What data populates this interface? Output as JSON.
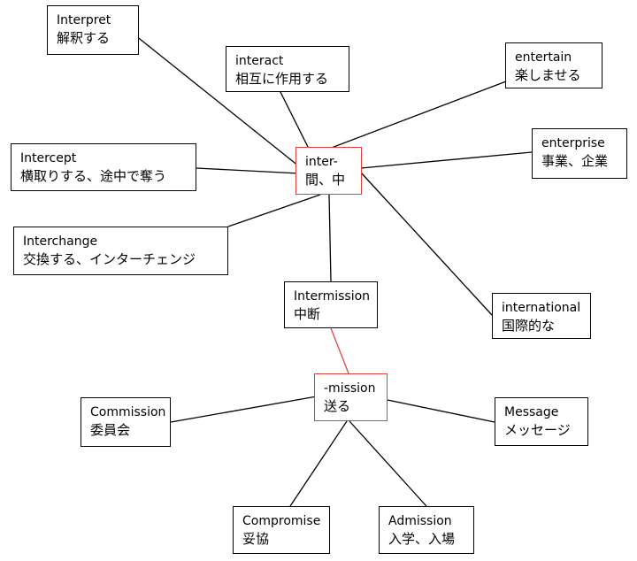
{
  "nodes": [
    {
      "id": "interpret",
      "en": "Interpret",
      "ja": "解釈する"
    },
    {
      "id": "interact",
      "en": "interact",
      "ja": "相互に作用する"
    },
    {
      "id": "entertain",
      "en": "entertain",
      "ja": "楽しませる"
    },
    {
      "id": "intercept",
      "en": "Intercept",
      "ja": "横取りする、途中で奪う"
    },
    {
      "id": "inter",
      "en": "inter-",
      "ja": "間、中"
    },
    {
      "id": "enterprise",
      "en": "enterprise",
      "ja": "事業、企業"
    },
    {
      "id": "interchange",
      "en": "Interchange",
      "ja": "交換する、インターチェンジ"
    },
    {
      "id": "intermission",
      "en": "Intermission",
      "ja": "中断"
    },
    {
      "id": "international",
      "en": "international",
      "ja": "国際的な"
    },
    {
      "id": "mission",
      "en": "-mission",
      "ja": "送る"
    },
    {
      "id": "commission",
      "en": "Commission",
      "ja": "委員会"
    },
    {
      "id": "message",
      "en": "Message",
      "ja": "メッセージ"
    },
    {
      "id": "compromise",
      "en": "Compromise",
      "ja": "妥協"
    },
    {
      "id": "admission",
      "en": "Admission",
      "ja": "入学、入場"
    }
  ],
  "edges": [
    {
      "from": "inter",
      "to": "interpret",
      "color": "#000000"
    },
    {
      "from": "inter",
      "to": "interact",
      "color": "#000000"
    },
    {
      "from": "inter",
      "to": "entertain",
      "color": "#000000"
    },
    {
      "from": "inter",
      "to": "intercept",
      "color": "#000000"
    },
    {
      "from": "inter",
      "to": "enterprise",
      "color": "#000000"
    },
    {
      "from": "inter",
      "to": "interchange",
      "color": "#000000"
    },
    {
      "from": "inter",
      "to": "intermission",
      "color": "#000000"
    },
    {
      "from": "inter",
      "to": "international",
      "color": "#000000"
    },
    {
      "from": "intermission",
      "to": "mission",
      "color": "#e0403a"
    },
    {
      "from": "mission",
      "to": "commission",
      "color": "#000000"
    },
    {
      "from": "mission",
      "to": "message",
      "color": "#000000"
    },
    {
      "from": "mission",
      "to": "compromise",
      "color": "#000000"
    },
    {
      "from": "mission",
      "to": "admission",
      "color": "#000000"
    }
  ]
}
